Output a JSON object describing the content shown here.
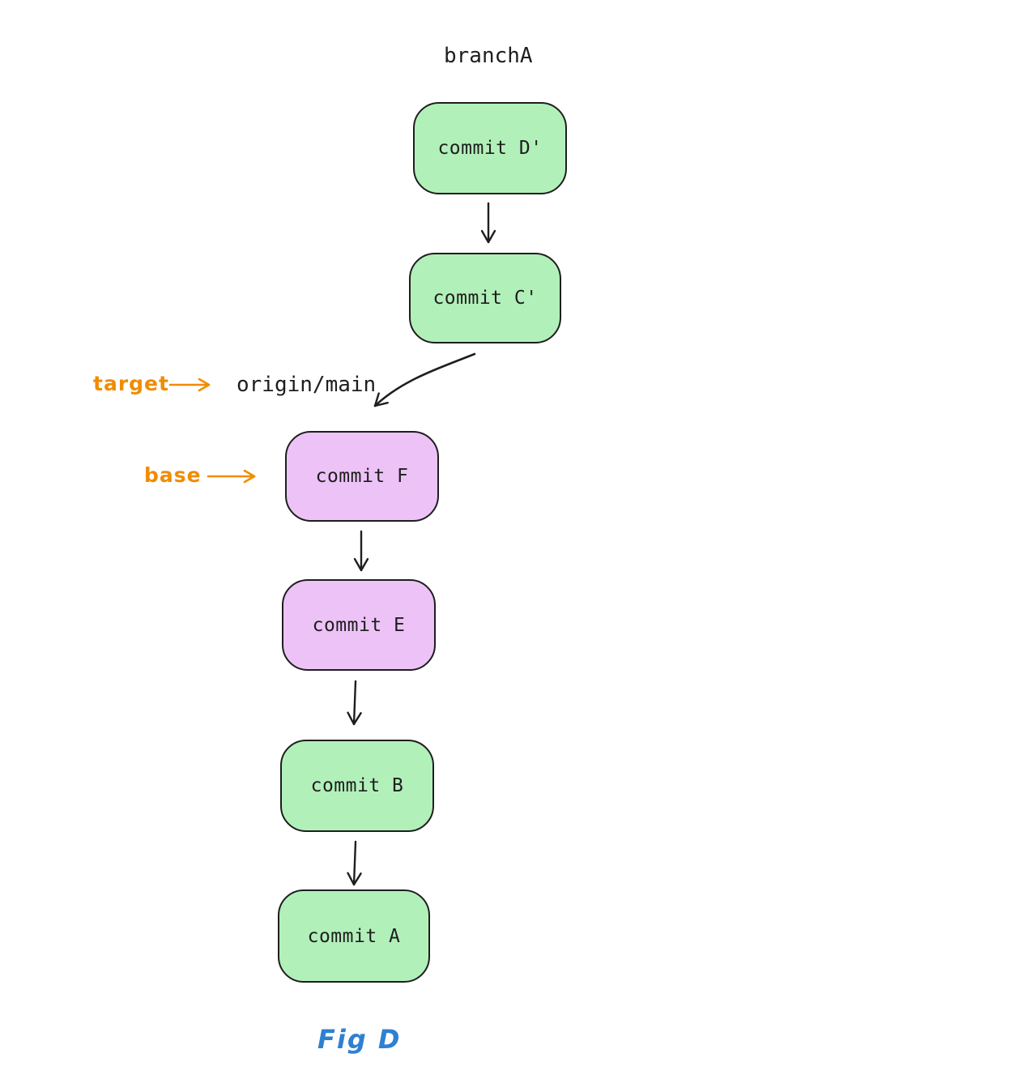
{
  "diagram": {
    "branch_label": "branchA",
    "ref_label": "origin/main",
    "annotations": {
      "target_label": "target",
      "base_label": "base"
    },
    "caption": "Fig D",
    "nodes": [
      {
        "id": "commit-d-prime",
        "label": "commit D'",
        "fill": "#b2f0ba"
      },
      {
        "id": "commit-c-prime",
        "label": "commit C'",
        "fill": "#b2f0ba"
      },
      {
        "id": "commit-f",
        "label": "commit F",
        "fill": "#edc3f7"
      },
      {
        "id": "commit-e",
        "label": "commit E",
        "fill": "#edc3f7"
      },
      {
        "id": "commit-b",
        "label": "commit B",
        "fill": "#b2f0ba"
      },
      {
        "id": "commit-a",
        "label": "commit A",
        "fill": "#b2f0ba"
      }
    ],
    "edges": [
      {
        "from": "commit D'",
        "to": "commit C'",
        "style": "straight"
      },
      {
        "from": "commit C'",
        "to": "commit F",
        "style": "curved"
      },
      {
        "from": "commit F",
        "to": "commit E",
        "style": "straight"
      },
      {
        "from": "commit E",
        "to": "commit B",
        "style": "straight"
      },
      {
        "from": "commit B",
        "to": "commit A",
        "style": "straight"
      }
    ],
    "colors": {
      "green_fill": "#b2f0ba",
      "purple_fill": "#edc3f7",
      "stroke": "#1e1e1e",
      "annotation_orange": "#f08c00",
      "caption_blue": "#2f80d2",
      "background": "#ffffff"
    }
  }
}
